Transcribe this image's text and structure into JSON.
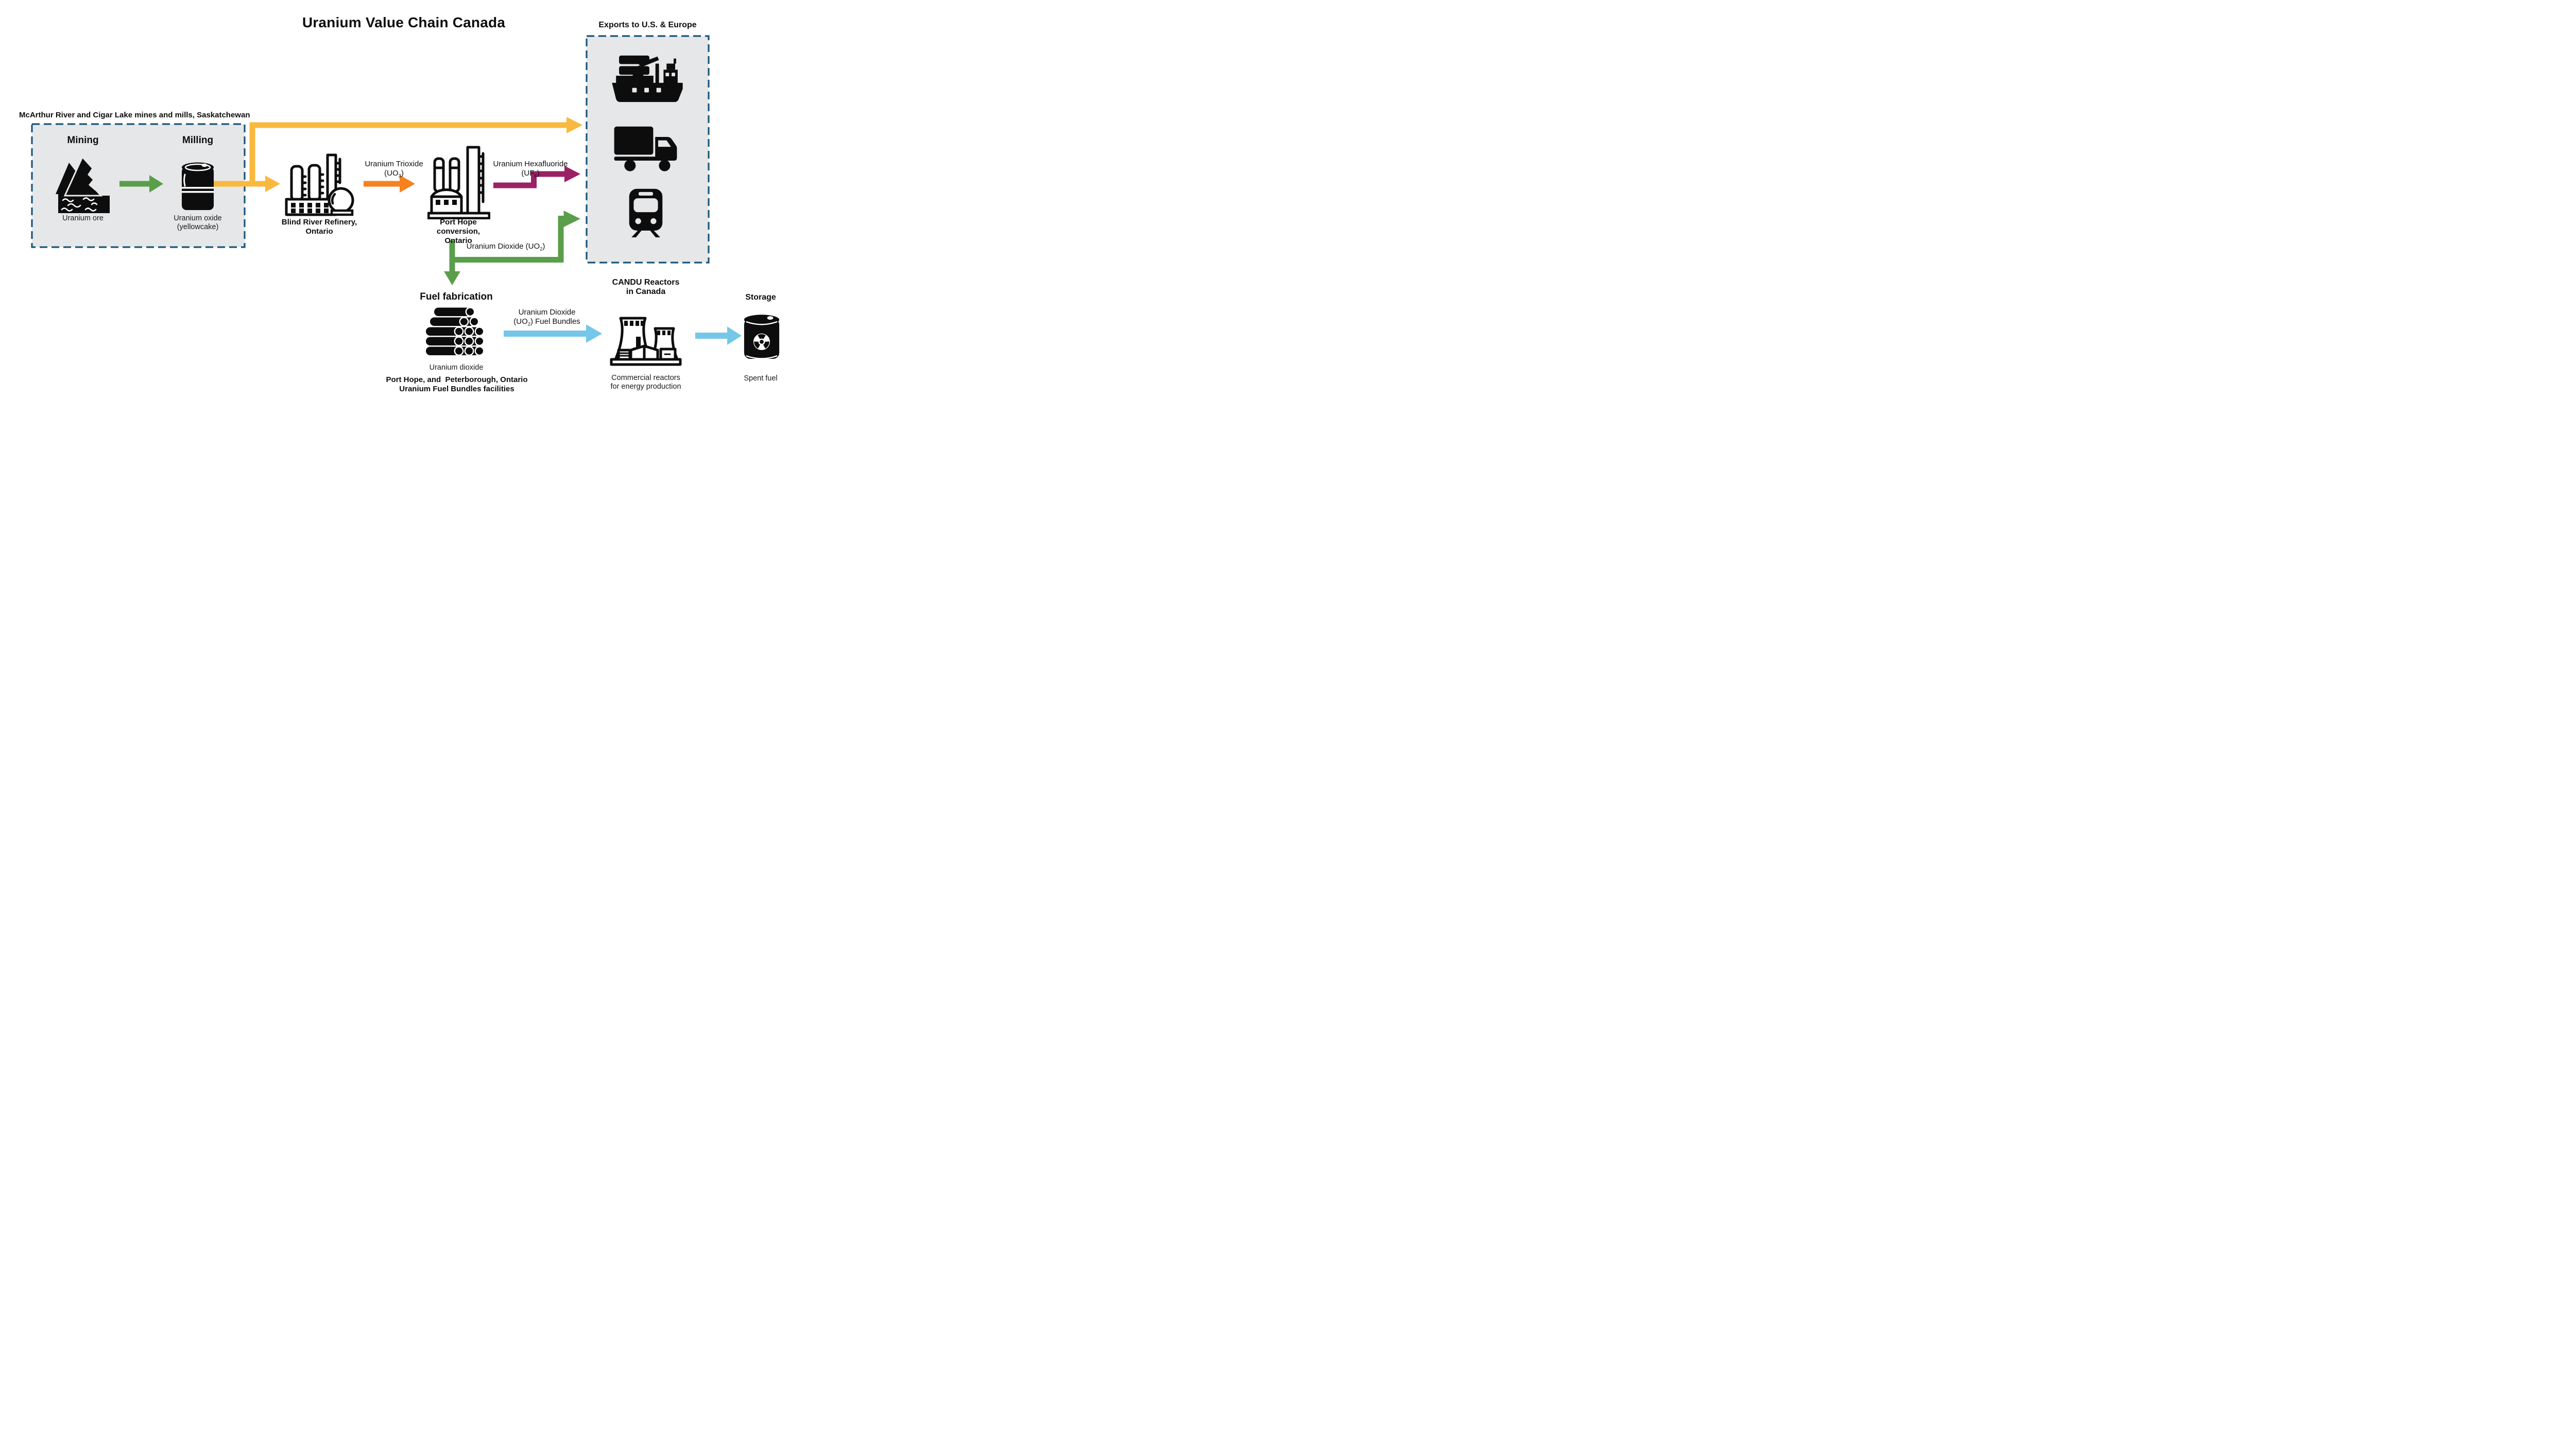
{
  "title": "Uranium Value Chain Canada",
  "colors": {
    "amber": "#F9B93F",
    "orange": "#F5821F",
    "maroon": "#9B2064",
    "green": "#5A9E4B",
    "blue": "#74C7E9",
    "dashed_border_navy": "#1A567B",
    "box_fill_gray": "#E6E7E8",
    "ink": "#0D0D0D"
  },
  "mines_group": {
    "heading": "McArthur River and Cigar Lake mines and mills, Saskatchewan",
    "mining": {
      "title": "Mining",
      "caption": "Uranium ore",
      "icon": "mountain-icon"
    },
    "milling": {
      "title": "Milling",
      "caption_line1": "Uranium oxide",
      "caption_line2": "(yellowcake)",
      "icon": "barrel-icon"
    }
  },
  "refinery": {
    "label_line1": "Blind River Refinery,",
    "label_line2": "Ontario",
    "icon": "refinery-icon"
  },
  "conversion": {
    "label_line1": "Port Hope conversion,",
    "label_line2": "Ontario",
    "icon": "conversion-plant-icon"
  },
  "flows": {
    "uo3": {
      "line1": "Uranium Trioxide",
      "formula_pre": "(UO",
      "formula_sub": "3",
      "formula_post": ")"
    },
    "uf6": {
      "line1": "Uranium Hexafluoride",
      "formula_pre": "(UF",
      "formula_sub": "6",
      "formula_post": ")"
    },
    "uo2": {
      "formula_pre": "Uranium Dioxide (UO",
      "formula_sub": "2",
      "formula_post": ")"
    },
    "uo2_bundles": {
      "line1": "Uranium Dioxide",
      "formula_pre": "(UO",
      "formula_sub": "2",
      "formula_post": ") Fuel Bundles"
    }
  },
  "exports": {
    "heading": "Exports to U.S. & Europe",
    "icons": [
      "cargo-ship-icon",
      "truck-icon",
      "train-icon"
    ]
  },
  "fuel_fabrication": {
    "title": "Fuel fabrication",
    "caption": "Uranium dioxide",
    "facilities_line1": "Port Hope, and  Peterborough, Ontario",
    "facilities_line2": "Uranium Fuel Bundles facilities",
    "icon": "fuel-bundles-icon"
  },
  "reactors": {
    "title_line1": "CANDU Reactors",
    "title_line2": "in Canada",
    "caption_line1": "Commercial reactors",
    "caption_line2": "for energy production",
    "icon": "nuclear-plant-icon"
  },
  "storage": {
    "title": "Storage",
    "caption": "Spent fuel",
    "icon": "waste-barrel-icon"
  }
}
